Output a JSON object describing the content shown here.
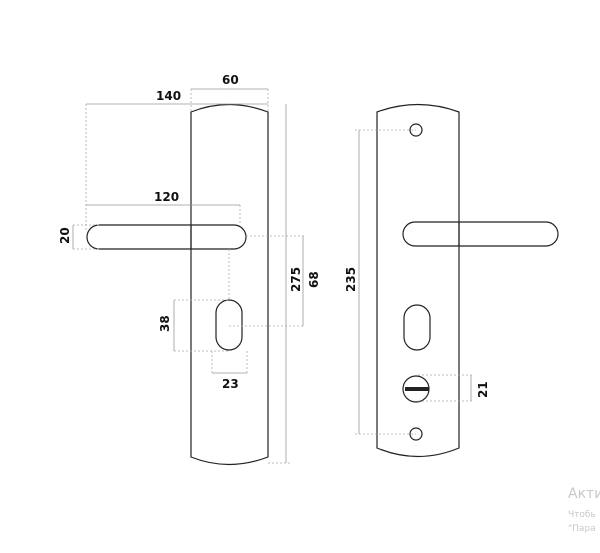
{
  "dimensions": {
    "handle_reach": "140",
    "plate_width": "60",
    "lever_length": "120",
    "lever_diameter": "20",
    "plate_height": "275",
    "lever_to_keyhole": "68",
    "keyhole_height": "38",
    "keyhole_width": "23",
    "screw_spacing": "235",
    "turn_knob_height": "21"
  },
  "watermark": {
    "title": "Акти",
    "line1": "Чтобь",
    "line2": "\"Пара"
  }
}
